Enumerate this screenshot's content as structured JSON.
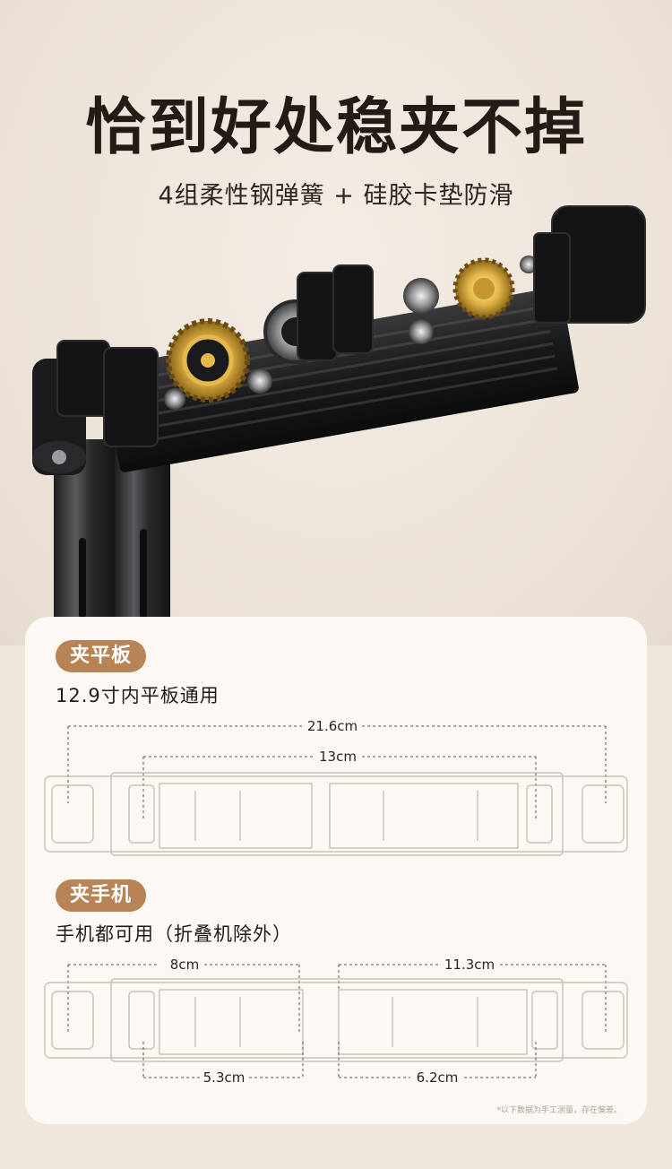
{
  "header": {
    "title": "恰到好处稳夹不掉",
    "subtitle": "4组柔性钢弹簧 + 硅胶卡垫防滑"
  },
  "tablet": {
    "tag": "夹平板",
    "desc": "12.9寸内平板通用",
    "outer_width": "21.6cm",
    "inner_width": "13cm"
  },
  "phone": {
    "tag": "夹手机",
    "desc": "手机都可用（折叠机除外）",
    "left_outer": "8cm",
    "right_outer": "11.3cm",
    "left_inner": "5.3cm",
    "right_inner": "6.2cm"
  },
  "footnote": "*以下数据为手工测量，存在偏差。",
  "colors": {
    "accent": "#b88356",
    "background": "#efe6dc",
    "card": "#fcf9f4"
  }
}
